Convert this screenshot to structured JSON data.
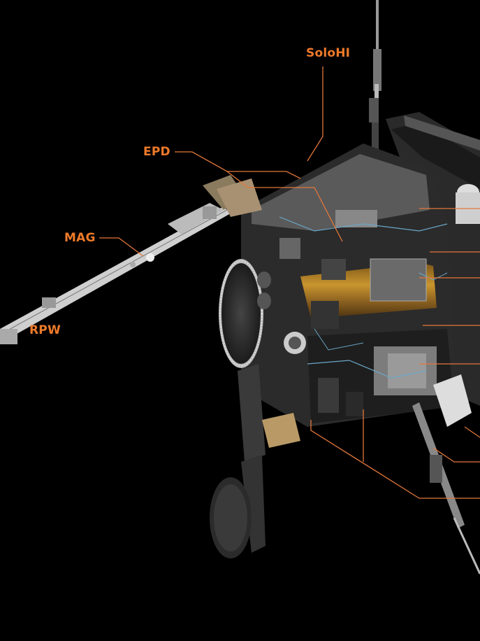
{
  "labels": {
    "soloHI": "SoloHI",
    "epd": "EPD",
    "mag": "MAG",
    "rpw": "RPW"
  },
  "colors": {
    "background": "#000000",
    "label_orange": "#ee7a2a",
    "leader_line": "#e2773a"
  }
}
